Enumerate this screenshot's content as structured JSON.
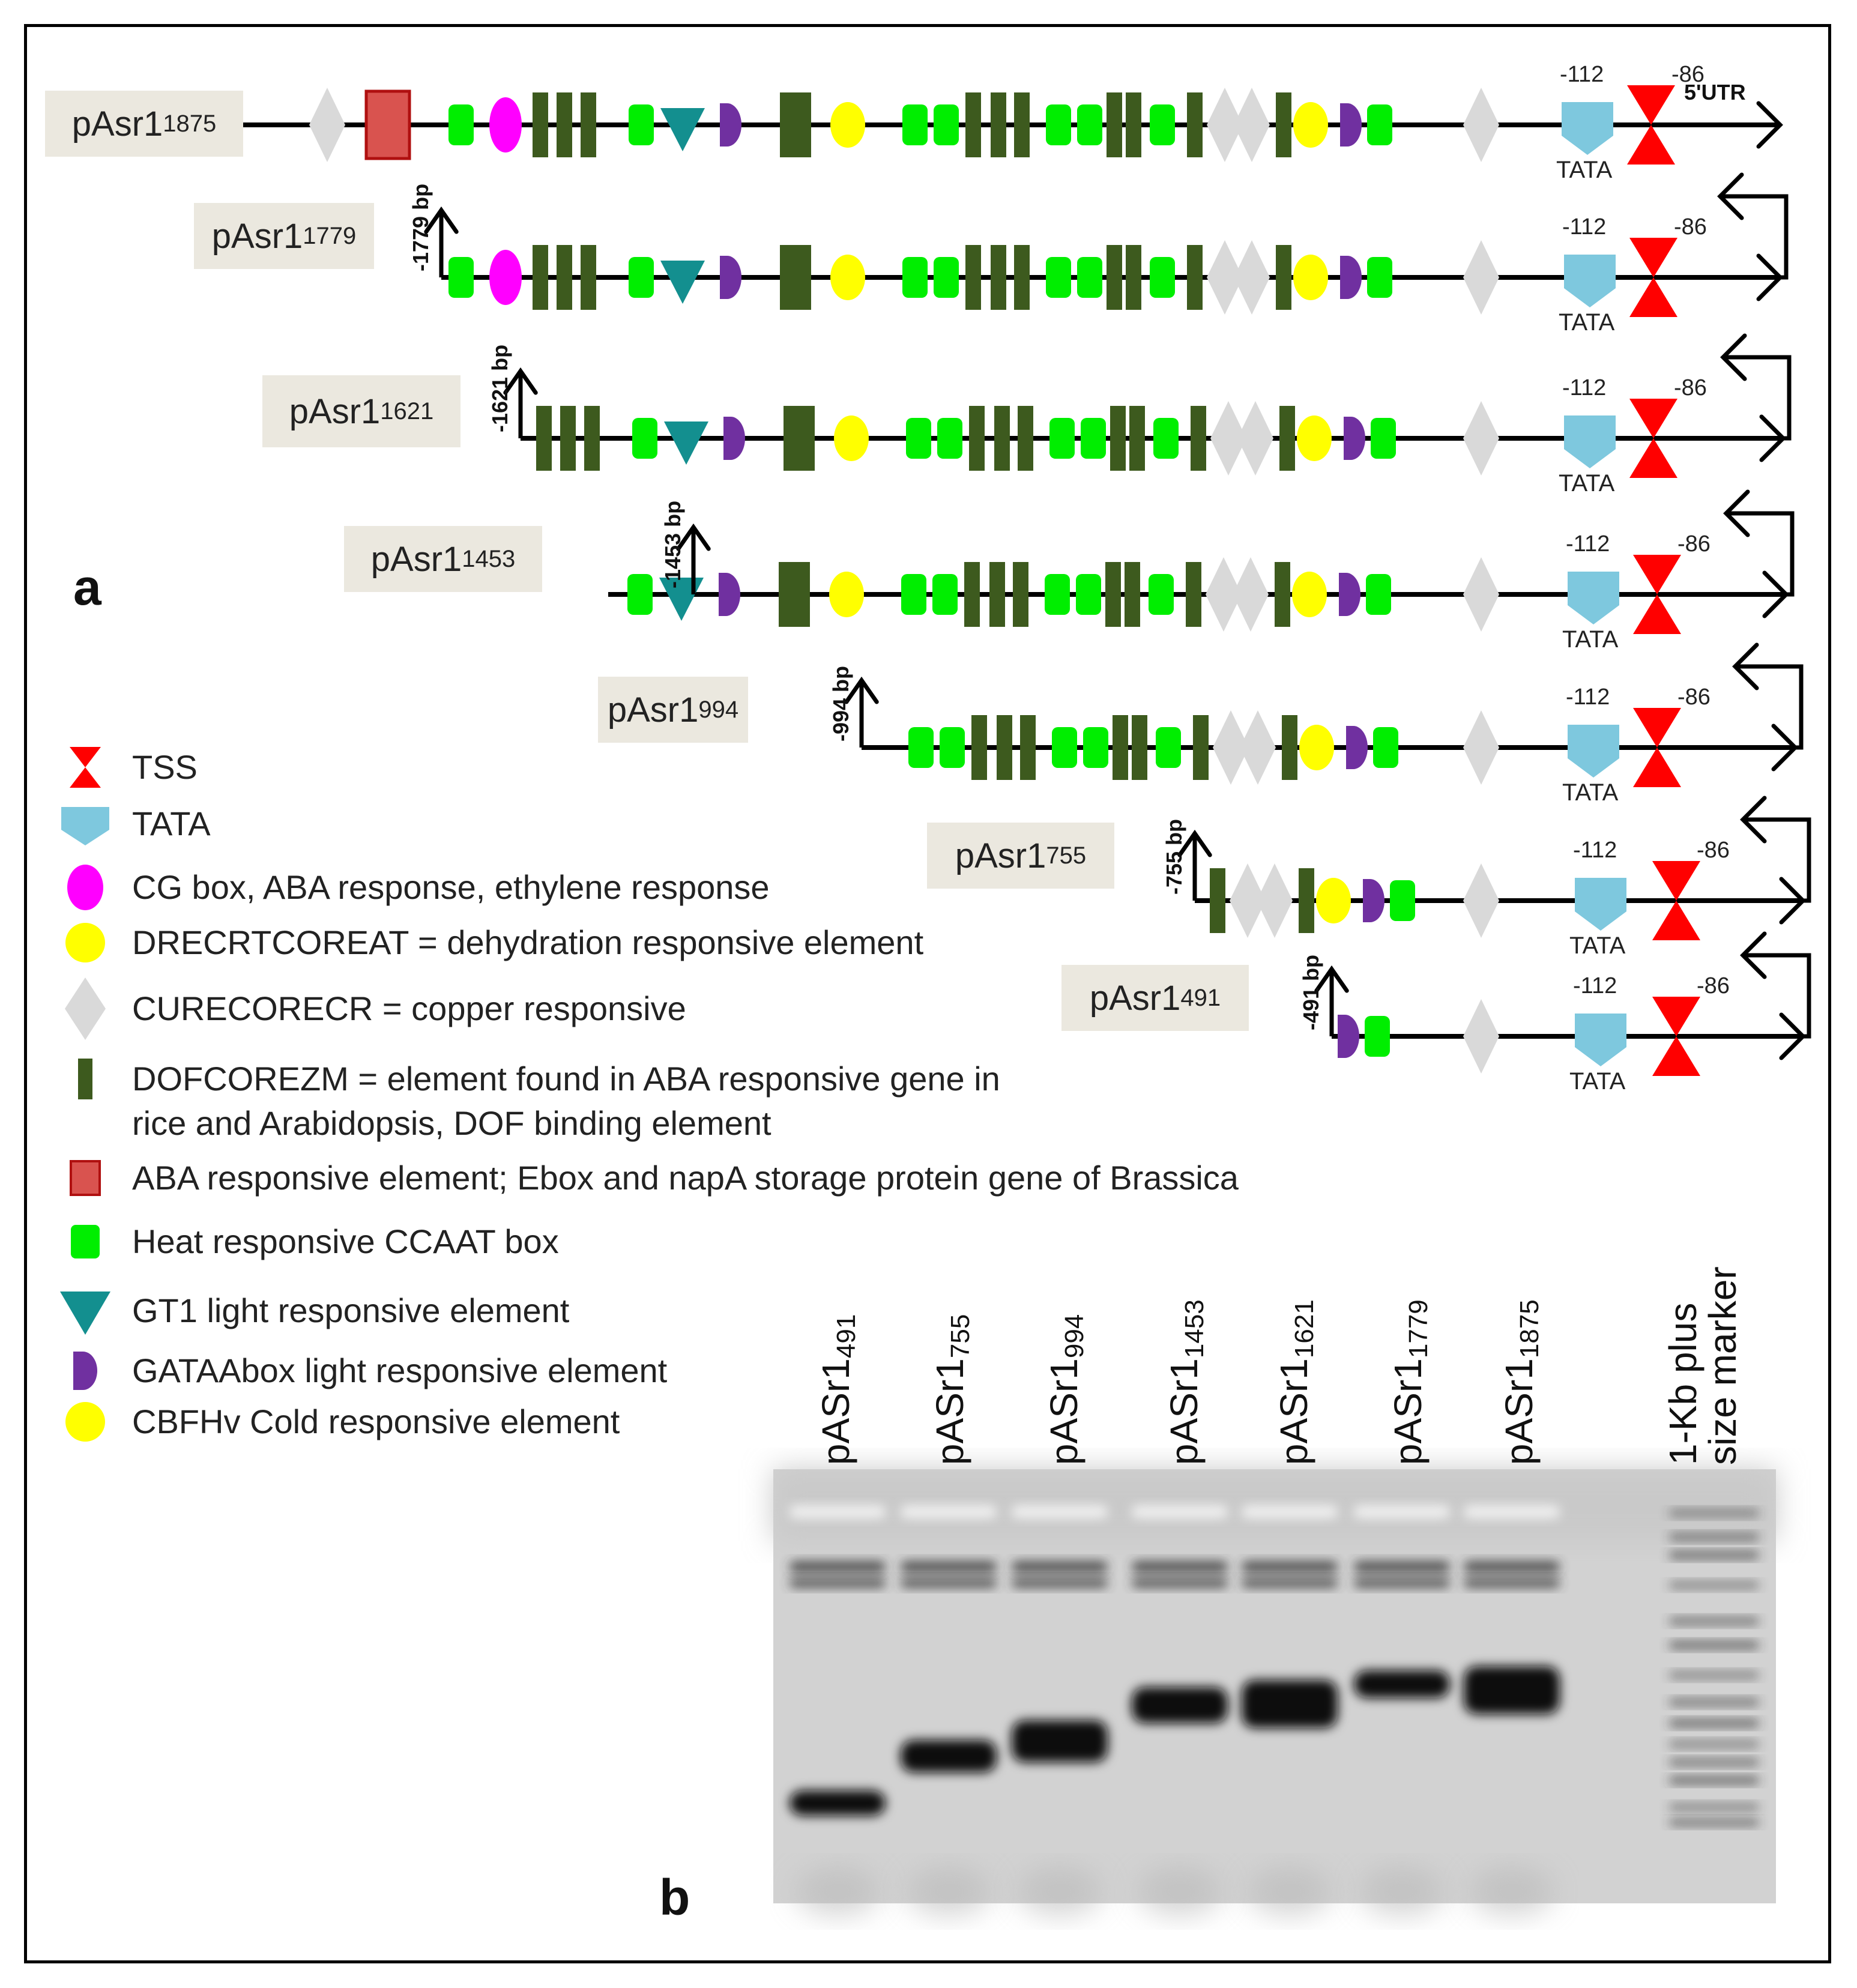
{
  "panel_a": "a",
  "panel_b": "b",
  "constructs": [
    {
      "name": "pAsr1",
      "sub": "1875",
      "cut": ""
    },
    {
      "name": "pAsr1",
      "sub": "1779",
      "cut": "-1779 bp"
    },
    {
      "name": "pAsr1",
      "sub": "1621",
      "cut": "-1621 bp"
    },
    {
      "name": "pAsr1",
      "sub": "1453",
      "cut": "-1453 bp"
    },
    {
      "name": "pAsr1",
      "sub": "994",
      "cut": "-994 bp"
    },
    {
      "name": "pAsr1",
      "sub": "755",
      "cut": "-755 bp"
    },
    {
      "name": "pAsr1",
      "sub": "491",
      "cut": "-491 bp"
    }
  ],
  "annotations": {
    "tata_pos": "-112",
    "tss_pos": "-86",
    "tata": "TATA",
    "utr": "5'UTR"
  },
  "legend": [
    {
      "icon": "tss-icon",
      "color": "#ff0000",
      "text": "TSS"
    },
    {
      "icon": "tata-icon",
      "color": "#7ec8de",
      "text": "TATA"
    },
    {
      "icon": "cg-box-icon",
      "color": "#ff00ff",
      "text": "CG box, ABA response, ethylene response"
    },
    {
      "icon": "drecrt-icon",
      "color": "#ffff00",
      "text": "DRECRTCOREAT = dehydration responsive element"
    },
    {
      "icon": "curecorecr-icon",
      "color": "#d9d9d9",
      "text": "CURECORECR = copper responsive"
    },
    {
      "icon": "dofcorezm-icon",
      "color": "#3d5a1e",
      "text": "DOFCOREZM = element found in ABA responsive gene in",
      "text2": "rice and Arabidopsis, DOF binding element"
    },
    {
      "icon": "aba-element-icon",
      "color": "#d9534f",
      "text": "ABA responsive element; Ebox and napA storage protein gene of Brassica"
    },
    {
      "icon": "ccaat-box-icon",
      "color": "#00ee00",
      "text": "Heat responsive CCAAT box"
    },
    {
      "icon": "gt1-icon",
      "color": "#138f8f",
      "text": "GT1 light responsive element"
    },
    {
      "icon": "gataabox-icon",
      "color": "#7030a0",
      "text": "GATAAbox light responsive element"
    },
    {
      "icon": "cbfhv-icon",
      "color": "#ffff00",
      "text": "CBFHv Cold responsive element"
    }
  ],
  "gel": {
    "lanes": [
      {
        "name": "pASr1",
        "sub": "491"
      },
      {
        "name": "pASr1",
        "sub": "755"
      },
      {
        "name": "pASr1",
        "sub": "994"
      },
      {
        "name": "pASr1",
        "sub": "1453"
      },
      {
        "name": "pASr1",
        "sub": "1621"
      },
      {
        "name": "pASr1",
        "sub": "1779"
      },
      {
        "name": "pASr1",
        "sub": "1875"
      }
    ],
    "marker_line1": "1-Kb plus",
    "marker_line2": "size marker"
  }
}
